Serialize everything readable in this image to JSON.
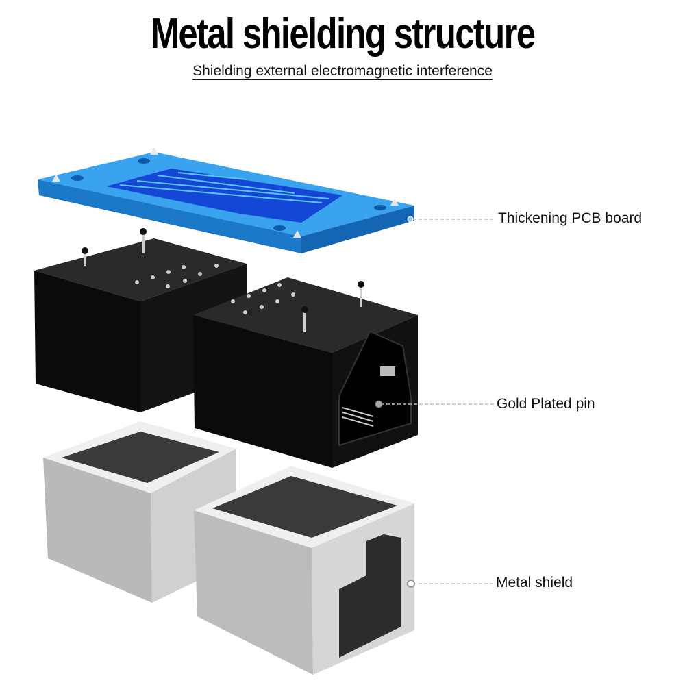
{
  "header": {
    "title": "Metal shielding structure",
    "subtitle": "Shielding external electromagnetic interference"
  },
  "callouts": [
    {
      "label": "Thickening PCB board",
      "part": "pcb-board"
    },
    {
      "label": "Gold Plated pin",
      "part": "connector-pins"
    },
    {
      "label": "Metal shield",
      "part": "metal-shield"
    }
  ],
  "colors": {
    "pcb_blue": "#1f8ee0",
    "pcb_trace": "#0f4fd0",
    "housing_black": "#0c0c0c",
    "shield_silver": "#c4c4c4",
    "leader_line": "#bdbdbd"
  }
}
